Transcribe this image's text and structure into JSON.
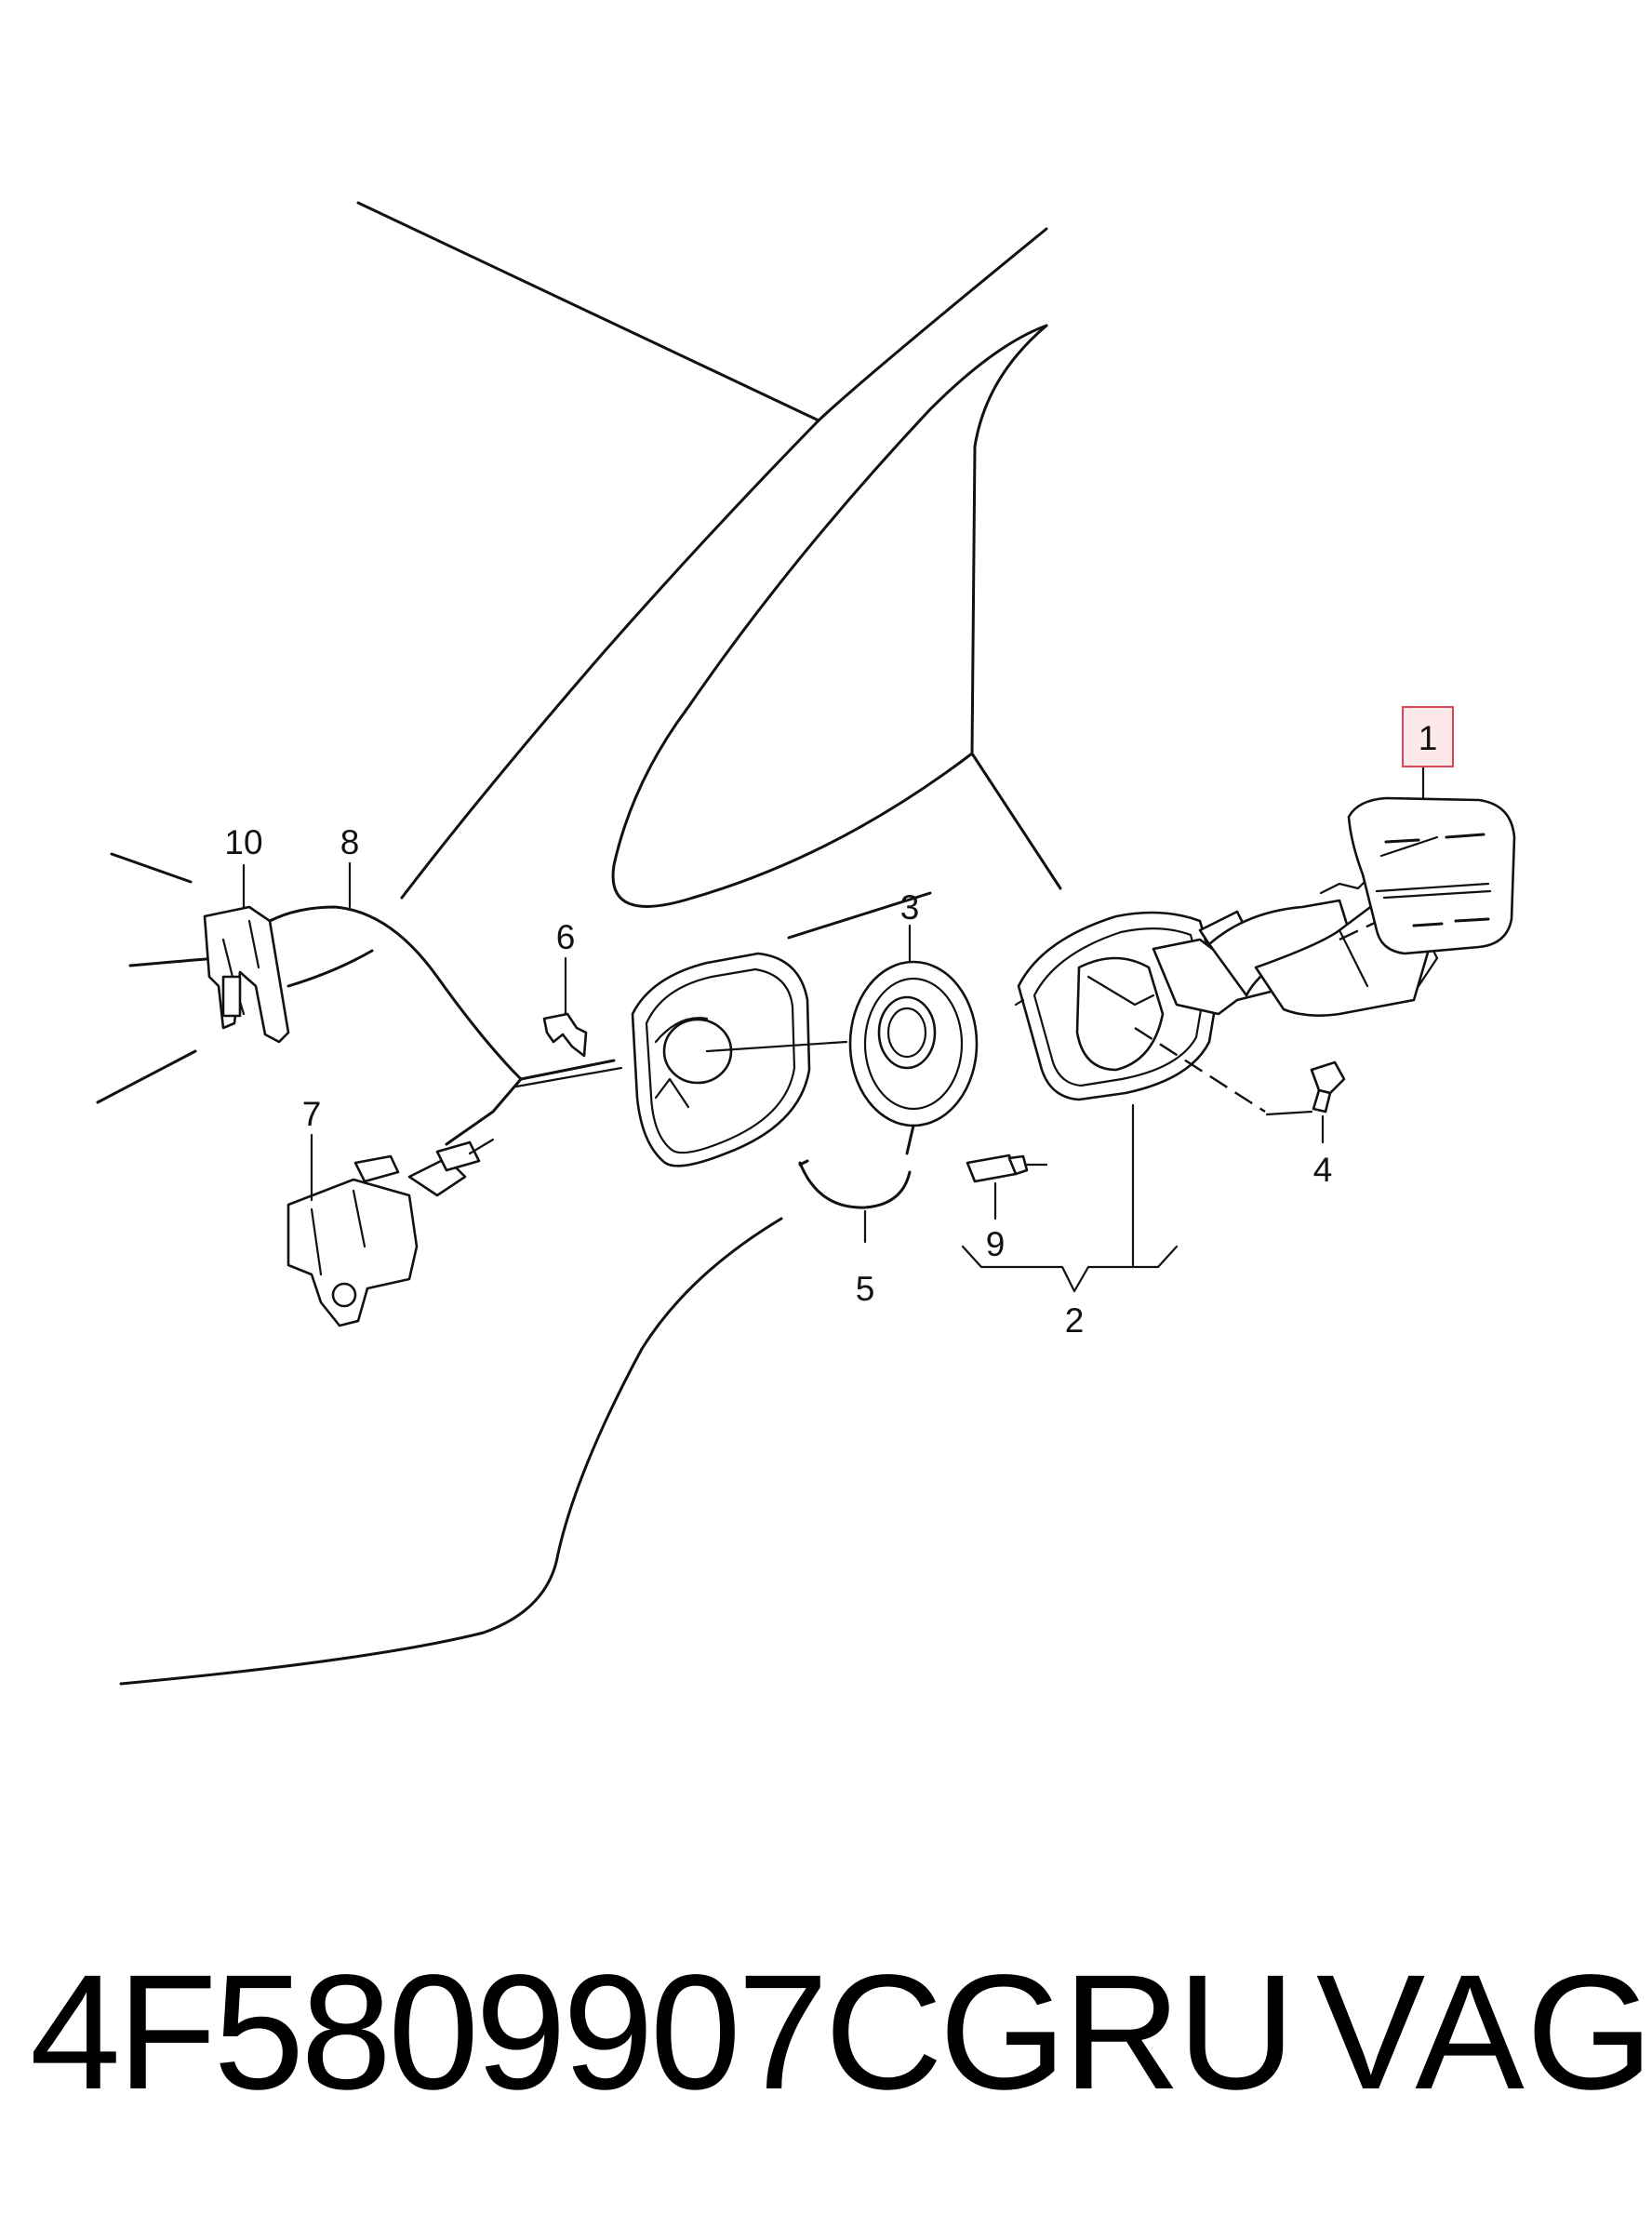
{
  "diagram": {
    "callouts": [
      {
        "id": "1",
        "label": "1",
        "highlighted": true
      },
      {
        "id": "2",
        "label": "2"
      },
      {
        "id": "3",
        "label": "3"
      },
      {
        "id": "4",
        "label": "4"
      },
      {
        "id": "5",
        "label": "5"
      },
      {
        "id": "6",
        "label": "6"
      },
      {
        "id": "7",
        "label": "7"
      },
      {
        "id": "8",
        "label": "8"
      },
      {
        "id": "9",
        "label": "9"
      },
      {
        "id": "10",
        "label": "10"
      }
    ],
    "highlight_color": "#d9465a",
    "line_color": "#111111"
  },
  "footer": {
    "part_number": "4F5809907CGRU",
    "brand": "VAG"
  }
}
